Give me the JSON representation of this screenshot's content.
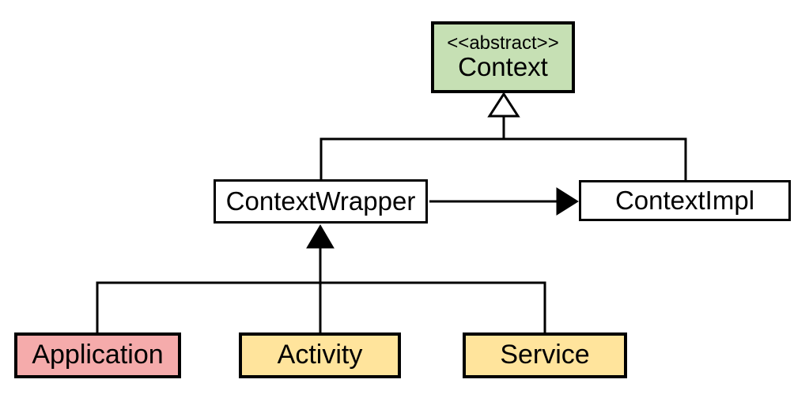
{
  "diagram": {
    "type": "uml-class-diagram",
    "subject": "Android Context class hierarchy",
    "background_color": "#ffffff",
    "line_color": "#000000",
    "nodes": {
      "context": {
        "stereotype": "<<abstract>>",
        "label": "Context",
        "fill": "#c6e0b4",
        "border_color": "#000000"
      },
      "contextwrapper": {
        "label": "ContextWrapper",
        "fill": "#ffffff",
        "border_color": "#000000"
      },
      "contextimpl": {
        "label": "ContextImpl",
        "fill": "#ffffff",
        "border_color": "#000000"
      },
      "application": {
        "label": "Application",
        "fill": "#f5abab",
        "border_color": "#000000"
      },
      "activity": {
        "label": "Activity",
        "fill": "#ffe49c",
        "border_color": "#000000"
      },
      "service": {
        "label": "Service",
        "fill": "#ffe49c",
        "border_color": "#000000"
      }
    },
    "edges": [
      {
        "from": "ContextWrapper",
        "to": "Context",
        "type": "generalization",
        "arrowhead": "hollow-triangle-up"
      },
      {
        "from": "ContextImpl",
        "to": "Context",
        "type": "generalization",
        "arrowhead": "hollow-triangle-up"
      },
      {
        "from": "ContextWrapper",
        "to": "ContextImpl",
        "type": "directed-association",
        "arrowhead": "filled-triangle-right"
      },
      {
        "from": "Application",
        "to": "ContextWrapper",
        "type": "inheritance",
        "arrowhead": "filled-triangle-up"
      },
      {
        "from": "Activity",
        "to": "ContextWrapper",
        "type": "inheritance",
        "arrowhead": "filled-triangle-up"
      },
      {
        "from": "Service",
        "to": "ContextWrapper",
        "type": "inheritance",
        "arrowhead": "filled-triangle-up"
      }
    ]
  }
}
